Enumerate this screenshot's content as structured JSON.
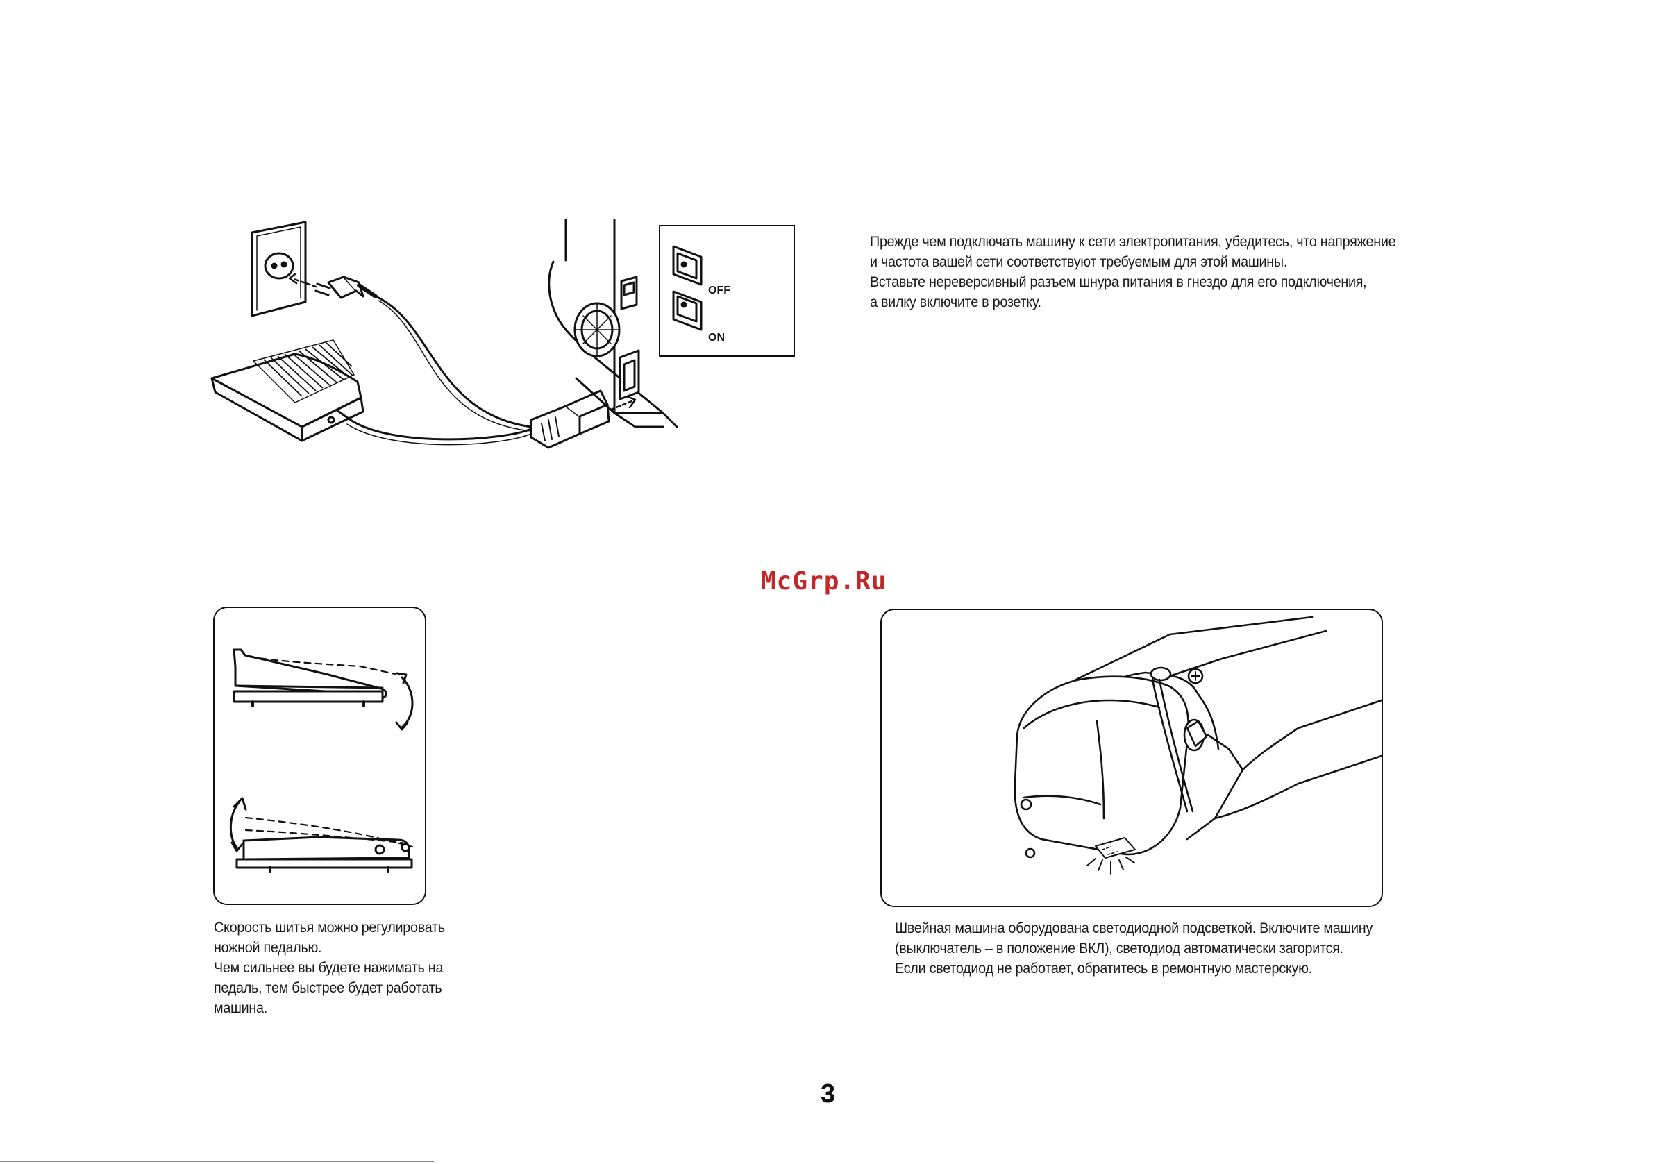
{
  "top_section": {
    "paragraph_lines": [
      "Прежде чем подключать машину к сети электропитания, убедитесь, что напряжение",
      "и частота вашей сети соответствуют требуемым для этой машины.",
      "Вставьте нереверсивный разъем шнура питания в гнездо для его подключения,",
      "а вилку включите в розетку."
    ],
    "switch_labels": {
      "off": "OFF",
      "on": "ON"
    }
  },
  "watermark": "McGrp.Ru",
  "pedal_section": {
    "paragraph_lines": [
      "Скорость шитья можно регулировать",
      "ножной педалью.",
      "Чем сильнее вы будете нажимать на",
      "педаль, тем быстрее будет работать",
      "машина."
    ]
  },
  "light_section": {
    "paragraph_lines": [
      "Швейная машина оборудована светодиодной подсветкой. Включите машину",
      "(выключатель – в положение ВКЛ), светодиод автоматически загорится.",
      "Если светодиод не работает, обратитесь в ремонтную мастерскую."
    ]
  },
  "page_number": "3"
}
